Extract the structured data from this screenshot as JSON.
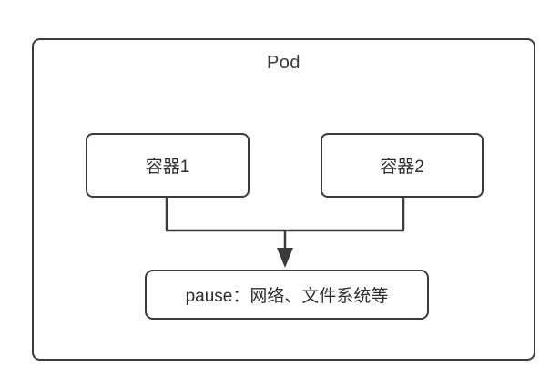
{
  "diagram": {
    "title": "Pod",
    "background_color": "#ffffff",
    "stroke_color": "#3b3b3b",
    "text_color": "#2d2d2d",
    "pod": {
      "label": "Pod"
    },
    "containers": [
      {
        "label": "容器1"
      },
      {
        "label": "容器2"
      }
    ],
    "pause": {
      "label": "pause：网络、文件系统等"
    },
    "connectors": {
      "arrow_direction": "down",
      "from": [
        "容器1",
        "容器2"
      ],
      "to": "pause：网络、文件系统等"
    }
  }
}
